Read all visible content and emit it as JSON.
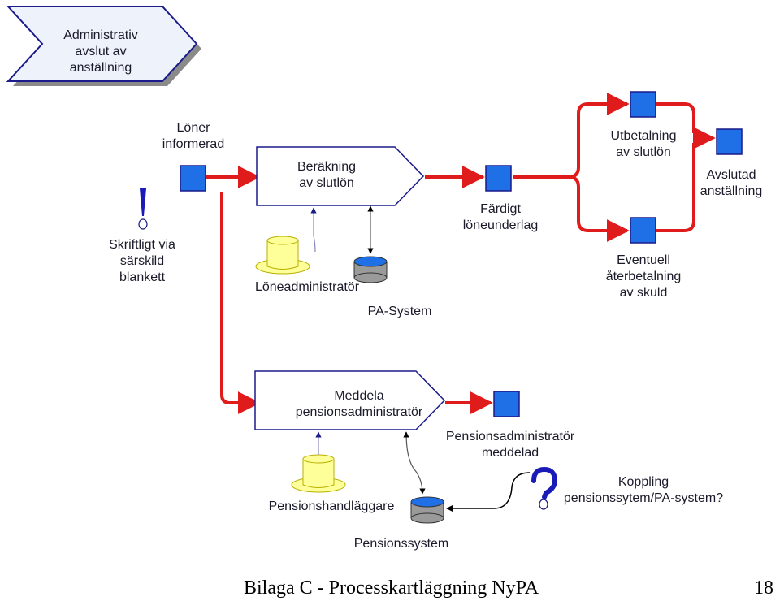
{
  "title_box": {
    "text": "Administrativ\navslut av\nanställning"
  },
  "events": {
    "skriftligt": "Skriftligt via\nsärskild\nblankett",
    "loner_informerad": "Löner\ninformerad",
    "fardigt": "Färdigt\nlöneunderlag",
    "utbetalning": "Utbetalning\nav slutlön",
    "eventuell": "Eventuell\nåterbetalning\nav skuld",
    "avslutad": "Avslutad\nanställning",
    "pensionsadm_meddelad": "Pensionsadministratör\nmeddelad",
    "koppling": "Koppling\npensionssytem/PA-system?"
  },
  "activities": {
    "berakning": "Beräkning\nav slutlön",
    "meddela": "Meddela\npensionsadministratör"
  },
  "roles": {
    "loneadmin": "Löneadministratör",
    "pensionshandl": "Pensionshandläggare"
  },
  "systems": {
    "pa": "PA-System",
    "pension": "Pensionssystem"
  },
  "footer": {
    "title": "Bilaga C - Processkartläggning NyPA",
    "page": "18"
  },
  "colors": {
    "flow": "#e01b1b",
    "event_fill": "#1f6fe6",
    "navy": "#1a1a8a",
    "box_fill": "#eef3fb",
    "hat_fill": "#ffff99",
    "hat_edge": "#b8b000",
    "db_top": "#1f6fe6",
    "db_body": "#9a9a9a"
  },
  "icons": [
    "exclamation-icon",
    "question-icon",
    "role-hat-icon",
    "database-icon",
    "event-square-icon"
  ]
}
